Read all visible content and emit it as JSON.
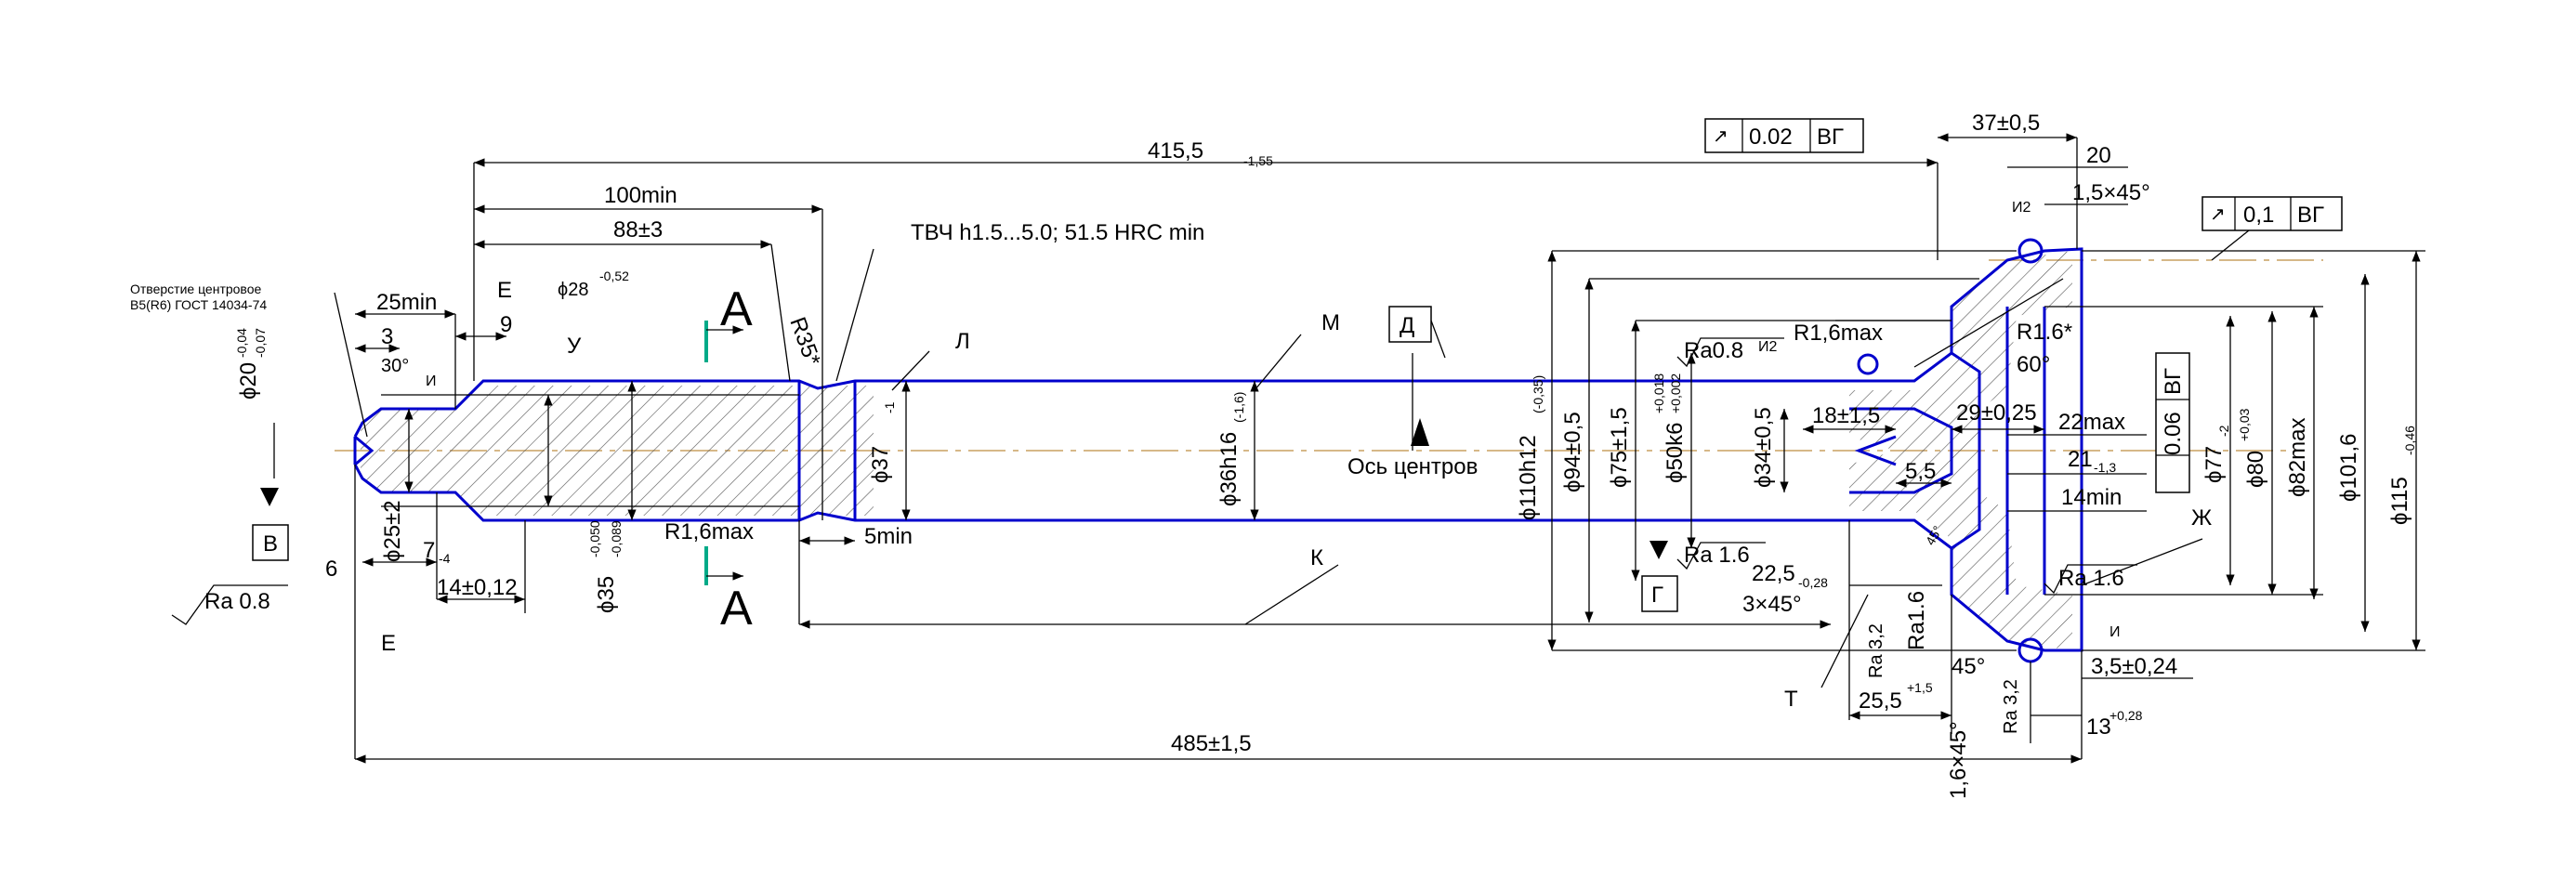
{
  "drawing": {
    "top_dims": {
      "overall": "415,5",
      "overall_tol": "-1,55",
      "min100": "100min",
      "d88": "88±3",
      "ptb": "ТВЧ h1.5...5.0; 51.5 HRC min",
      "r35": "R35*",
      "d37_05": "37±0,5",
      "d20": "20",
      "chamfer15": "1,5×45°"
    },
    "left": {
      "note_line1": "Отверстие центровое",
      "note_line2": "В5(R6) ГОСТ 14034-74",
      "d25min": "25min",
      "d3": "3",
      "d9": "9",
      "letter_e_top": "Е",
      "letter_e_bottom": "Е",
      "angle30": "30°",
      "letter_i": "И",
      "phi20": "ϕ20",
      "phi20_tol_up": "-0,04",
      "phi20_tol_dn": "-0,07",
      "phi28": "ϕ28",
      "phi28_tol": "-0,52",
      "letter_u": "У",
      "section_a_top": "А",
      "section_a_bottom": "А",
      "base_v": "В",
      "ra08": "Ra 0.8",
      "d6": "6",
      "phi25": "ϕ25±2",
      "d7": "7",
      "d7_tol": "-4",
      "d14": "14±0,12",
      "phi35": "ϕ35",
      "phi35_tol_up": "-0,050",
      "phi35_tol_dn": "-0,089",
      "r16max_low": "R1,6max",
      "min5": "5min"
    },
    "shaft": {
      "letter_l": "Л",
      "letter_m": "М",
      "letter_d": "Д",
      "phi37": "ϕ37",
      "phi37_tol": "-1",
      "phi36": "ϕ36h16",
      "phi36_tol": "(-1,6)",
      "centers": "Ось центров",
      "letter_k": "К",
      "overall485": "485±1,5"
    },
    "flange": {
      "tol_002_sym": "↗",
      "tol_002_val": "0.02",
      "tol_002_base": "ВГ",
      "tol_01_sym": "↗",
      "tol_01_val": "0,1",
      "tol_01_base": "ВГ",
      "i2_top": "И2",
      "i2_mid": "И2",
      "r16star": "R1.6*",
      "r16max": "R1,6max",
      "ra08b": "Ra0.8",
      "d18": "18±1,5",
      "d60": "60°",
      "d29": "29±0,25",
      "d22max": "22max",
      "d21": "21",
      "d21_tol": "-1,3",
      "d14min": "14min",
      "d55": "5,5",
      "tol_006_val": "0.06",
      "tol_006_base": "ВГ",
      "phi110": "ϕ110h12",
      "phi110_tol": "(-0,35)",
      "phi94": "ϕ94±0,5",
      "phi75": "ϕ75±1,5",
      "phi50": "ϕ50k6",
      "phi50_tol_up": "+0,018",
      "phi50_tol_dn": "+0,002",
      "phi34": "ϕ34±0,5",
      "phi77": "ϕ77",
      "phi77_tol": "-2",
      "phi80": "ϕ80",
      "phi80_tol": "+0,03",
      "phi82": "ϕ82max",
      "phi1016": "ϕ101,6",
      "phi115": "ϕ115",
      "phi115_tol": "-0,46",
      "letter_zh": "Ж",
      "ra16_right": "Ra 1.6",
      "ra16_left": "Ra 1.6",
      "base_g": "Г",
      "d225": "22,5",
      "d225_tol": "-0,28",
      "chamfer3": "3×45°",
      "ra32_a": "Ra 3,2",
      "ra16_v": "Ra1.6",
      "a45": "45°",
      "letter_t": "Т",
      "d255": "25,5",
      "d255_tol": "+1,5",
      "ra32_b": "Ra 3,2",
      "d35": "3,5±0,24",
      "d13": "13",
      "d13_tol": "+0,28",
      "chamfer16": "1,6×45°",
      "letter_i_right": "И",
      "a45_small": "45°"
    }
  }
}
